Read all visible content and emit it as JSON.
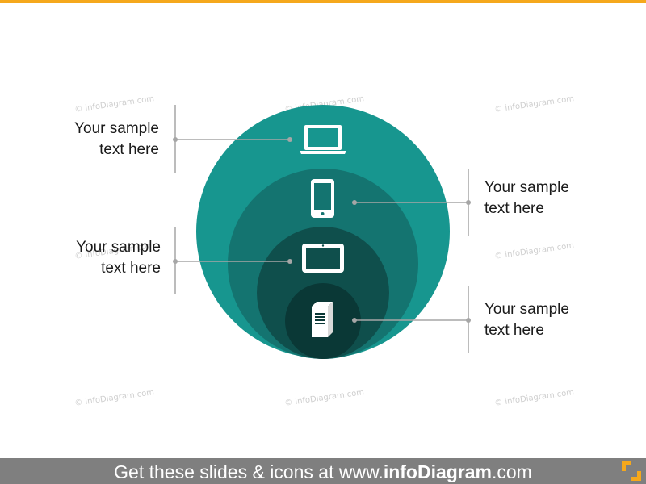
{
  "watermark": "© infoDiagram.com",
  "labels": [
    {
      "text1": "Your sample",
      "text2": "text here"
    },
    {
      "text1": "Your sample",
      "text2": "text here"
    },
    {
      "text1": "Your sample",
      "text2": "text here"
    },
    {
      "text1": "Your sample",
      "text2": "text here"
    }
  ],
  "icons": [
    "laptop-icon",
    "smartphone-icon",
    "tablet-icon",
    "server-icon"
  ],
  "footer": {
    "prefix": "Get these slides & icons at www.",
    "brand": "infoDiagram",
    "suffix": ".com"
  },
  "colors": {
    "accent": "#f5a81c",
    "circle_outer": "#17968f",
    "circle_2": "#147470",
    "circle_3": "#0f4f4c",
    "circle_inner": "#0a3836",
    "footer_bg": "#7f7f7f",
    "connector": "#a6a6a6"
  }
}
